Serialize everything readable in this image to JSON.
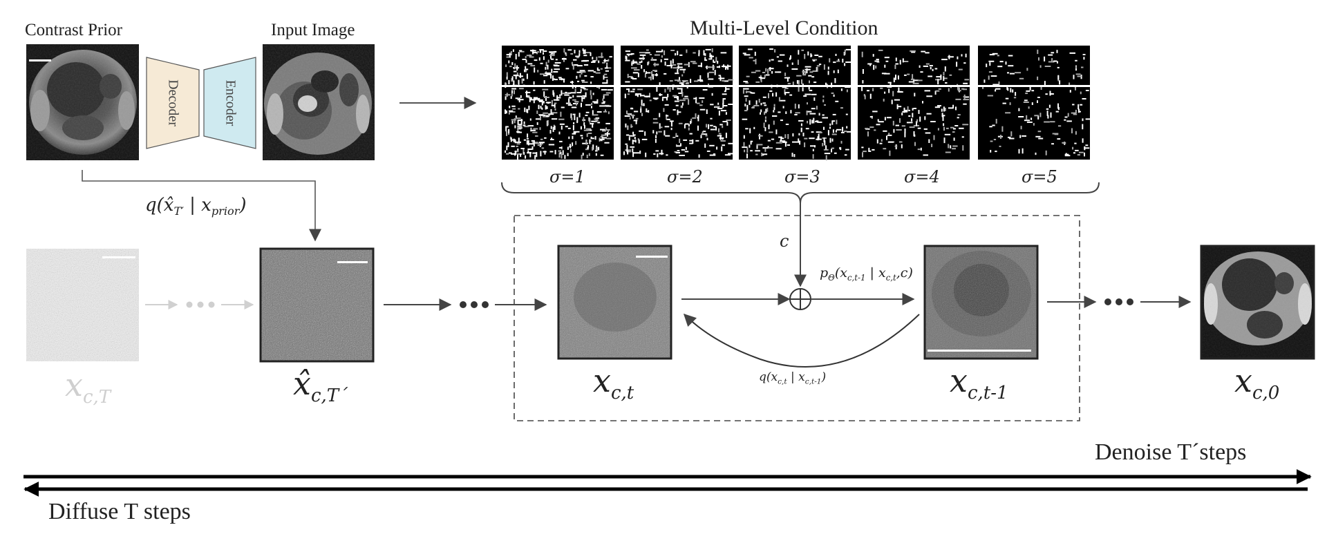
{
  "labels": {
    "contrast_prior": "Contrast Prior",
    "input_image": "Input Image",
    "decoder": "Decoder",
    "encoder": "Encoder",
    "multi_level_condition": "Multi-Level Condition",
    "denoise": "Denoise T´steps",
    "diffuse": "Diffuse T steps",
    "c": "c"
  },
  "sigmas": [
    "σ=1",
    "σ=2",
    "σ=3",
    "σ=4",
    "σ=5"
  ],
  "formulas": {
    "q_prior": {
      "q": "q(",
      "xhat": "x̂",
      "t": "T′",
      "bar": " | x",
      "prior": "prior",
      "close": ")"
    },
    "p_theta": {
      "p": "p",
      "theta": "Θ",
      "open": "(x",
      "ct1": "c,t-1",
      "mid": " | x",
      "ct": "c,t",
      "close": ",c)"
    },
    "q_back": {
      "open": "q(x",
      "ct": "c,t",
      "mid": " | x",
      "ct1": "c,t-1",
      "close": ")"
    }
  },
  "nodes": {
    "x_cT": {
      "main": "x",
      "sub": "c,T"
    },
    "xhat_cT": {
      "main": "x̂",
      "sub": "c,T´"
    },
    "x_ct": {
      "main": "x",
      "sub": "c,t"
    },
    "x_ct1": {
      "main": "x",
      "sub": "c,t-1"
    },
    "x_c0": {
      "main": "x",
      "sub": "c,0"
    }
  },
  "colors": {
    "decoder_fill": "#f6ead6",
    "encoder_fill": "#cfeaf0",
    "arrow": "#444444",
    "faded": "#cfcfcf"
  }
}
